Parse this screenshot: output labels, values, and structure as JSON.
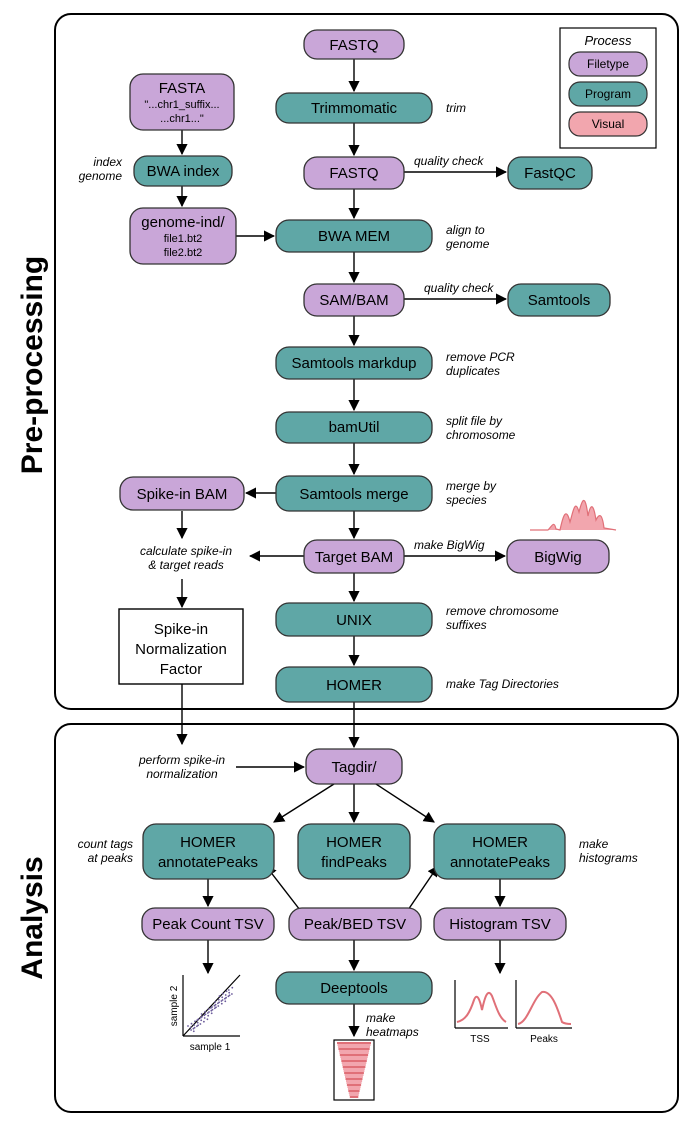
{
  "sections": {
    "preprocessing": "Pre-processing",
    "analysis": "Analysis"
  },
  "legend": {
    "title": "Process",
    "filetype": "Filetype",
    "program": "Program",
    "visual": "Visual"
  },
  "colors": {
    "filetype": "#c9a6d8",
    "program": "#5fa7a6",
    "visual": "#f2a6ae",
    "stroke": "#333333",
    "curve": "#e07078"
  },
  "nodes": {
    "fastq1": "FASTQ",
    "trimmomatic": "Trimmomatic",
    "fastq2": "FASTQ",
    "fastqc": "FastQC",
    "fasta_title": "FASTA",
    "fasta_line1": "\"...chr1_suffix...",
    "fasta_line2": "...chr1...\"",
    "bwa_index": "BWA index",
    "genome_line1": "genome-ind/",
    "genome_line2": "file1.bt2",
    "genome_line3": "file2.bt2",
    "bwa_mem": "BWA MEM",
    "sam_bam": "SAM/BAM",
    "samtools": "Samtools",
    "samtools_markdup": "Samtools markdup",
    "bamutil": "bamUtil",
    "samtools_merge": "Samtools merge",
    "spikein_bam": "Spike-in BAM",
    "target_bam": "Target BAM",
    "bigwig": "BigWig",
    "unix": "UNIX",
    "homer": "HOMER",
    "norm_line1": "Spike-in",
    "norm_line2": "Normalization",
    "norm_line3": "Factor",
    "tagdir": "Tagdir/",
    "annot1_line1": "HOMER",
    "annot1_line2": "annotatePeaks",
    "find_line1": "HOMER",
    "find_line2": "findPeaks",
    "annot2_line1": "HOMER",
    "annot2_line2": "annotatePeaks",
    "peak_count_tsv": "Peak Count TSV",
    "peak_bed_tsv": "Peak/BED TSV",
    "histogram_tsv": "Histogram TSV",
    "deeptools": "Deeptools"
  },
  "notes": {
    "trim": "trim",
    "index_line1": "index",
    "index_line2": "genome",
    "quality_check1": "quality check",
    "align_line1": "align to",
    "align_line2": "genome",
    "quality_check2": "quality check",
    "pcr_line1": "remove PCR",
    "pcr_line2": "duplicates",
    "split_line1": "split file by",
    "split_line2": "chromosome",
    "merge_line1": "merge by",
    "merge_line2": "species",
    "make_bigwig": "make BigWig",
    "calc_line1": "calculate spike-in",
    "calc_line2": "& target reads",
    "suffix_line1": "remove chromosome",
    "suffix_line2": "suffixes",
    "tagdirs": "make Tag Directories",
    "spikein_line1": "perform spike-in",
    "spikein_line2": "normalization",
    "count_line1": "count tags",
    "count_line2": "at peaks",
    "hist_line1": "make",
    "hist_line2": "histograms",
    "heat_line1": "make",
    "heat_line2": "heatmaps"
  },
  "visuals": {
    "scatter_ylabel": "sample 2",
    "scatter_xlabel": "sample 1",
    "tss_label": "TSS",
    "peaks_label": "Peaks"
  }
}
